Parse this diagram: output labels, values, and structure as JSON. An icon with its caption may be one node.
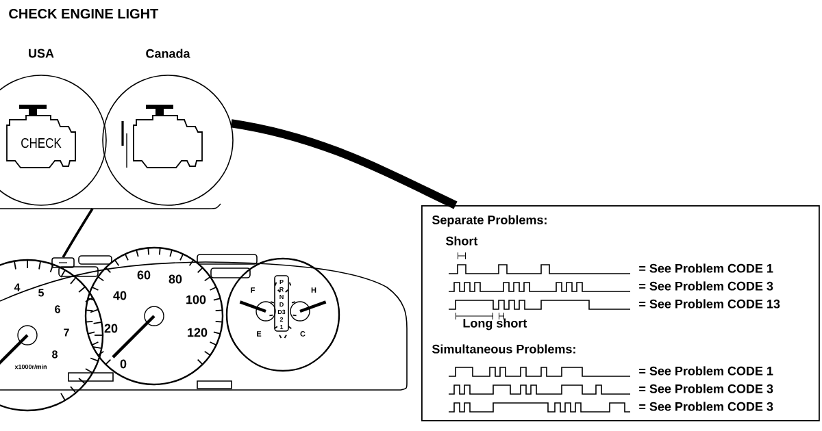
{
  "diagram": {
    "title": "CHECK ENGINE LIGHT",
    "nodes": [
      {
        "text": [
          "USA",
          "CHECK"
        ]
      },
      {
        "text": [
          "Canada"
        ]
      },
      {
        "text": [],
        "shape": "picture"
      },
      {
        "text": [],
        "shape": "picture",
        "in": 2
      },
      {
        "text": [
          "Separate Problems:",
          "Short",
          "= See Problem CODE 1",
          "= See Problem CODE 3",
          "= See Problem CODE 13",
          "Long short",
          "Simultaneous Problems:",
          "= See Problem CODE 1",
          "= See Problem CODE 3",
          "= See Problem CODE 3"
        ]
      }
    ],
    "edges": [
      {
        "from": 1,
        "to": 4,
        "arrow": "none",
        "style": "thick"
      },
      {
        "from": 3,
        "to": null,
        "arrow": "none"
      }
    ],
    "labels": [
      "4",
      "5",
      "6",
      "7",
      "8",
      "x1000r/min",
      "60",
      "80",
      "40",
      "100",
      "20",
      "120",
      "0",
      "F",
      "E",
      "P",
      "R",
      "N",
      "D",
      "D3",
      "2",
      "1",
      "H",
      "C"
    ]
  }
}
